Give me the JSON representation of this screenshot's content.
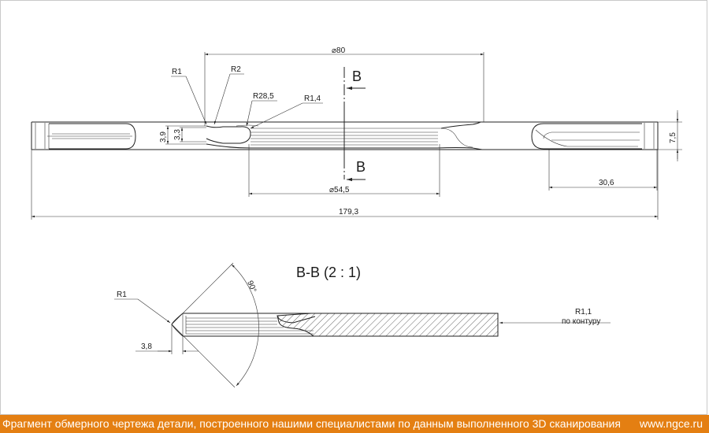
{
  "drawing": {
    "top_view": {
      "dim_diameter_80": "⌀80",
      "dim_r1": "R1",
      "dim_r2": "R2",
      "dim_r28_5": "R28,5",
      "dim_r1_4": "R1,4",
      "dim_3_9": "3,9",
      "dim_3_3": "3,3",
      "section_mark_top": "B",
      "section_mark_bottom": "B",
      "dim_diameter_54_5": "⌀54,5",
      "dim_30_6": "30,6",
      "dim_7_5": "7,5",
      "dim_179_3": "179,3"
    },
    "section_view": {
      "title": "B-B (2 : 1)",
      "dim_90": "90°",
      "dim_r1": "R1",
      "dim_3_8": "3,8",
      "note_r1_1": "R1,1",
      "note_contour": "по контуру"
    }
  },
  "footer": {
    "caption": "Фрагмент обмерного чертежа детали, построенного нашими специалистами по данным выполненного 3D сканирования",
    "site": "www.ngce.ru",
    "background_color": "#e47f12"
  }
}
